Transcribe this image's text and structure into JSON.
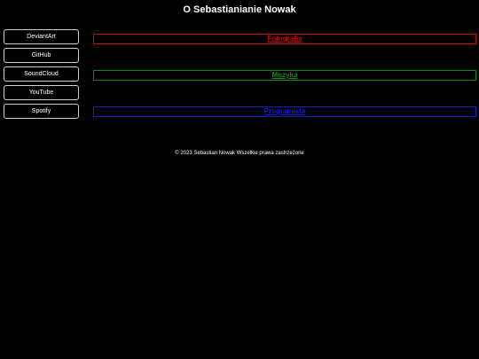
{
  "header": {
    "title": "O Sebastianianie Nowak"
  },
  "sidebar": {
    "items": [
      {
        "label": "DeviantArt"
      },
      {
        "label": "GitHub"
      },
      {
        "label": "SoundCloud"
      },
      {
        "label": "YouTube"
      },
      {
        "label": "Spotify"
      }
    ]
  },
  "sections": [
    {
      "label": "Fotografia",
      "color": "#cc0000"
    },
    {
      "label": "Muzyka",
      "color": "#118811"
    },
    {
      "label": "Programista",
      "color": "#1a1acc"
    }
  ],
  "footer": {
    "text": "© 2023 Sebastian Nowak Wszelkie prawa zastrzeżone"
  }
}
